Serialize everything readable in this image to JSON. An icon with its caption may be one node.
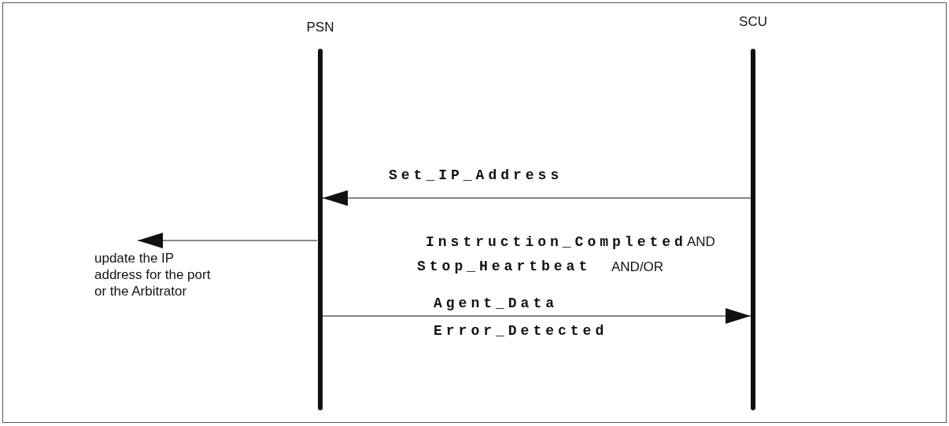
{
  "diagram": {
    "nodes": [
      {
        "text": [
          "PSN"
        ]
      },
      {
        "text": [
          "SCU"
        ]
      },
      {
        "text": [
          "update the IP address for the port or the Arbitrator"
        ]
      }
    ],
    "edges": [
      {
        "from": 1,
        "to": 0,
        "arrow": "to",
        "label": "Set_IP_Address"
      },
      {
        "from": 0,
        "to": 2,
        "arrow": "to"
      },
      {
        "from": 0,
        "to": 1,
        "arrow": "to",
        "label": "Agent_Data"
      }
    ],
    "labels": [
      "Instruction_Completed",
      "AND",
      "Stop_Heartbeat",
      "AND/OR",
      "Error_Detected"
    ]
  }
}
